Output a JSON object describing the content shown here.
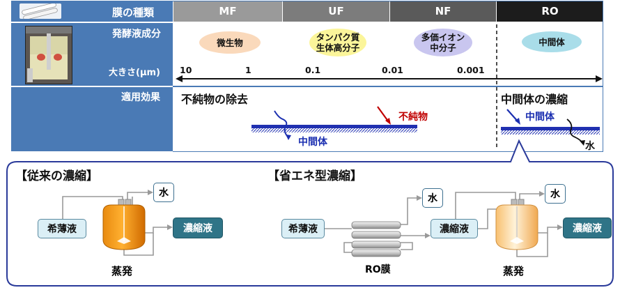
{
  "table": {
    "row_labels": {
      "membrane_type": "膜の種類",
      "components": "発酵液成分",
      "size": "大きさ(μm)",
      "effect": "適用効果"
    },
    "membranes": [
      "MF",
      "UF",
      "NF",
      "RO"
    ],
    "components": [
      "微生物",
      "タンパク質\n生体高分子",
      "多価イオン\n中分子",
      "中間体"
    ],
    "scale_values": [
      "10",
      "1",
      "0.1",
      "0.01",
      "0.001"
    ],
    "effect_left": {
      "title": "不純物の除去",
      "impurity_label": "不純物",
      "intermediate_label": "中間体"
    },
    "effect_right": {
      "title": "中間体の濃縮",
      "intermediate_label": "中間体",
      "water_label": "水"
    }
  },
  "conventional": {
    "title": "【従来の濃縮】",
    "feed": "希薄液",
    "water": "水",
    "concentrate": "濃縮液",
    "evaporator_label": "蒸発"
  },
  "energy_saving": {
    "title": "【省エネ型濃縮】",
    "feed": "希薄液",
    "water1": "水",
    "intermediate_concentrate": "濃縮液",
    "water2": "水",
    "concentrate": "濃縮液",
    "ro_label": "RO膜",
    "evaporator_label": "蒸発"
  },
  "colors": {
    "header_mf": "#9a9a9a",
    "header_uf": "#7c7c7c",
    "header_nf": "#5a5a5a",
    "header_ro": "#1c1c1c",
    "left_column": "#4a7ab5",
    "oval_microbe": "#fad9bb",
    "oval_protein": "#fbf59a",
    "oval_ion": "#c9c6ef",
    "oval_intermediate": "#a9dde9",
    "impurity": "#c00000",
    "intermediate": "#1b2fb0"
  }
}
